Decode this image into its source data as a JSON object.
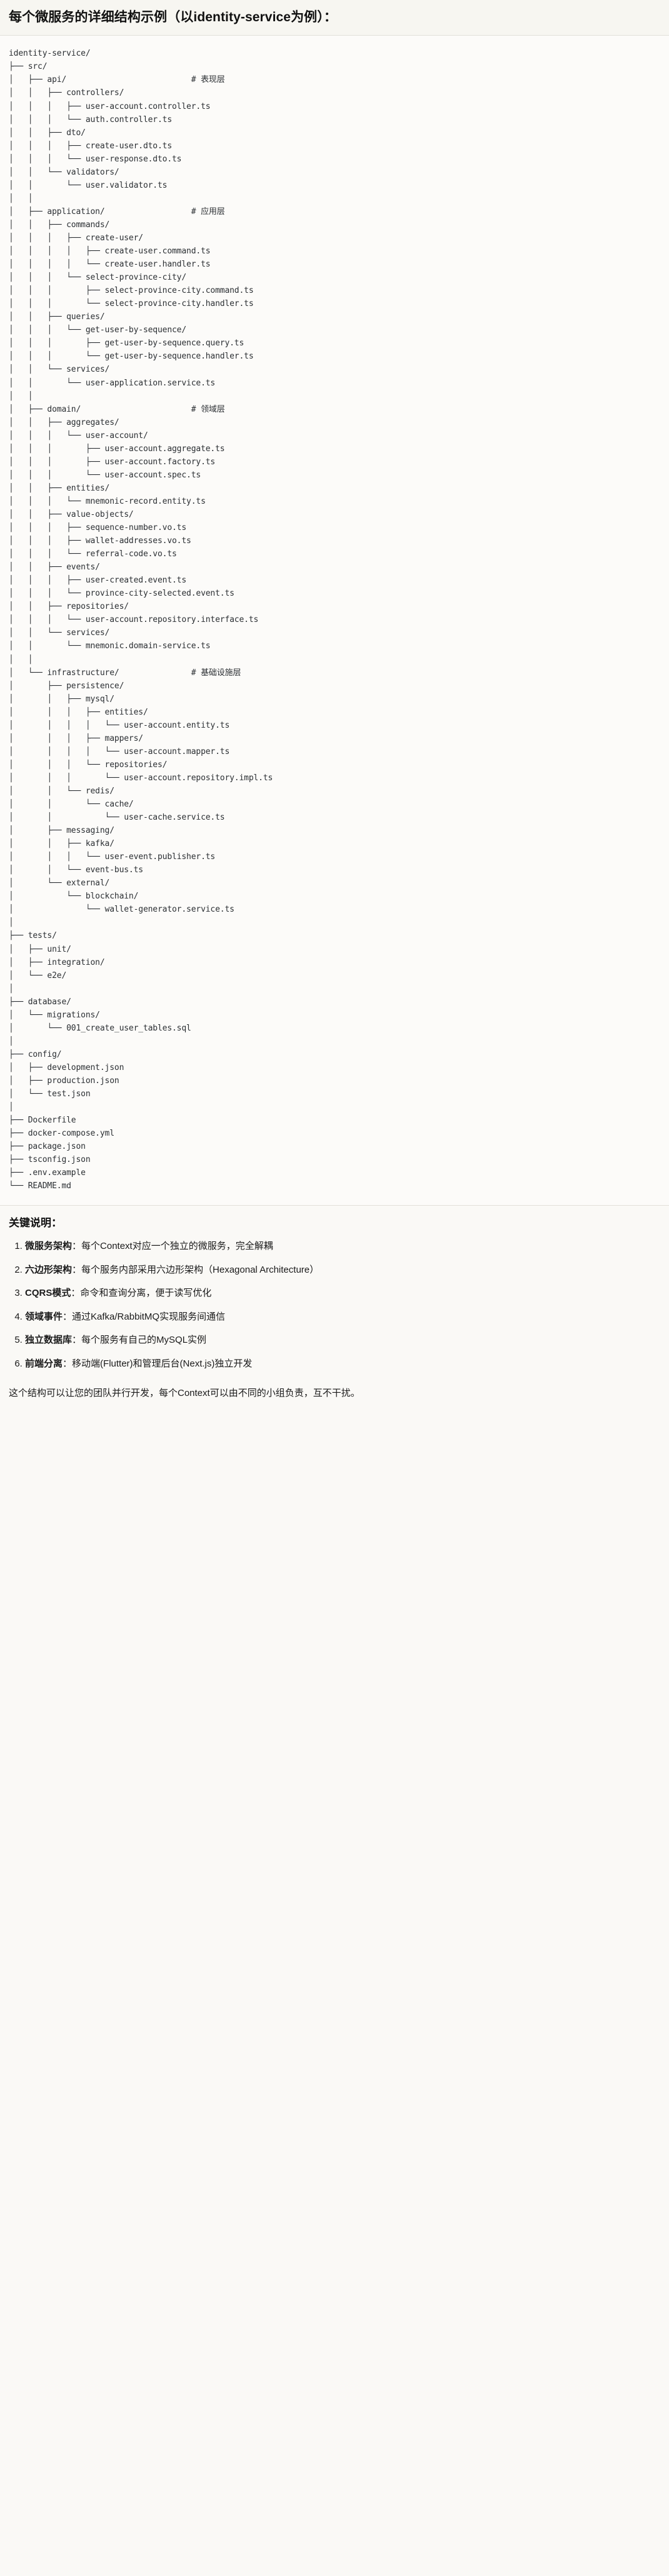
{
  "title": "每个微服务的详细结构示例（以identity-service为例）：",
  "tree": {
    "lines": [
      "identity-service/",
      "├── src/",
      "│   ├── api/                          # 表现层",
      "│   │   ├── controllers/",
      "│   │   │   ├── user-account.controller.ts",
      "│   │   │   └── auth.controller.ts",
      "│   │   ├── dto/",
      "│   │   │   ├── create-user.dto.ts",
      "│   │   │   └── user-response.dto.ts",
      "│   │   └── validators/",
      "│   │       └── user.validator.ts",
      "│   │",
      "│   ├── application/                  # 应用层",
      "│   │   ├── commands/",
      "│   │   │   ├── create-user/",
      "│   │   │   │   ├── create-user.command.ts",
      "│   │   │   │   └── create-user.handler.ts",
      "│   │   │   └── select-province-city/",
      "│   │   │       ├── select-province-city.command.ts",
      "│   │   │       └── select-province-city.handler.ts",
      "│   │   ├── queries/",
      "│   │   │   └── get-user-by-sequence/",
      "│   │   │       ├── get-user-by-sequence.query.ts",
      "│   │   │       └── get-user-by-sequence.handler.ts",
      "│   │   └── services/",
      "│   │       └── user-application.service.ts",
      "│   │",
      "│   ├── domain/                       # 领域层",
      "│   │   ├── aggregates/",
      "│   │   │   └── user-account/",
      "│   │   │       ├── user-account.aggregate.ts",
      "│   │   │       ├── user-account.factory.ts",
      "│   │   │       └── user-account.spec.ts",
      "│   │   ├── entities/",
      "│   │   │   └── mnemonic-record.entity.ts",
      "│   │   ├── value-objects/",
      "│   │   │   ├── sequence-number.vo.ts",
      "│   │   │   ├── wallet-addresses.vo.ts",
      "│   │   │   └── referral-code.vo.ts",
      "│   │   ├── events/",
      "│   │   │   ├── user-created.event.ts",
      "│   │   │   └── province-city-selected.event.ts",
      "│   │   ├── repositories/",
      "│   │   │   └── user-account.repository.interface.ts",
      "│   │   └── services/",
      "│   │       └── mnemonic.domain-service.ts",
      "│   │",
      "│   └── infrastructure/               # 基础设施层",
      "│       ├── persistence/",
      "│       │   ├── mysql/",
      "│       │   │   ├── entities/",
      "│       │   │   │   └── user-account.entity.ts",
      "│       │   │   ├── mappers/",
      "│       │   │   │   └── user-account.mapper.ts",
      "│       │   │   └── repositories/",
      "│       │   │       └── user-account.repository.impl.ts",
      "│       │   └── redis/",
      "│       │       └── cache/",
      "│       │           └── user-cache.service.ts",
      "│       ├── messaging/",
      "│       │   ├── kafka/",
      "│       │   │   └── user-event.publisher.ts",
      "│       │   └── event-bus.ts",
      "│       └── external/",
      "│           └── blockchain/",
      "│               └── wallet-generator.service.ts",
      "│",
      "├── tests/",
      "│   ├── unit/",
      "│   ├── integration/",
      "│   └── e2e/",
      "│",
      "├── database/",
      "│   └── migrations/",
      "│       └── 001_create_user_tables.sql",
      "│",
      "├── config/",
      "│   ├── development.json",
      "│   ├── production.json",
      "│   └── test.json",
      "│",
      "├── Dockerfile",
      "├── docker-compose.yml",
      "├── package.json",
      "├── tsconfig.json",
      "├── .env.example",
      "└── README.md"
    ]
  },
  "keys": {
    "heading": "关键说明：",
    "items": [
      {
        "term": "微服务架构",
        "sep": "：",
        "desc": "每个Context对应一个独立的微服务，完全解耦"
      },
      {
        "term": "六边形架构",
        "sep": "：",
        "desc": "每个服务内部采用六边形架构（Hexagonal Architecture）"
      },
      {
        "term": "CQRS模式",
        "sep": "：",
        "desc": "命令和查询分离，便于读写优化"
      },
      {
        "term": "领域事件",
        "sep": "：",
        "desc": "通过Kafka/RabbitMQ实现服务间通信"
      },
      {
        "term": "独立数据库",
        "sep": "：",
        "desc": "每个服务有自己的MySQL实例"
      },
      {
        "term": "前端分离",
        "sep": "：",
        "desc": "移动端(Flutter)和管理后台(Next.js)独立开发"
      }
    ],
    "closing": "这个结构可以让您的团队并行开发，每个Context可以由不同的小组负责，互不干扰。"
  }
}
